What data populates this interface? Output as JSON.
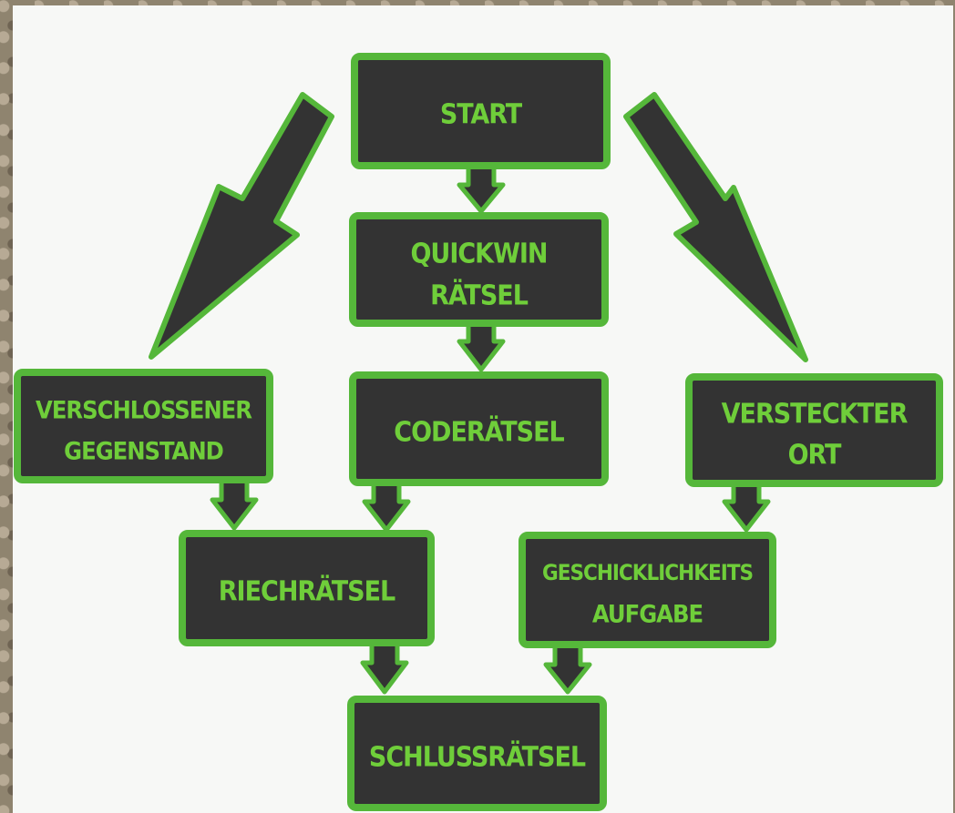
{
  "nodes": {
    "start": [
      "START"
    ],
    "quickwin": [
      "QUICKWIN",
      "RÄTSEL"
    ],
    "verschlossener": [
      "VERSCHLOSSENER",
      "GEGENSTAND"
    ],
    "coderaetsel": [
      "CODERÄTSEL"
    ],
    "versteckter": [
      "VERSTECKTER",
      "ORT"
    ],
    "riechraetsel": [
      "RIECHRÄTSEL"
    ],
    "geschicklichkeit": [
      "GESCHICKLICHKEITS",
      "AUFGABE"
    ],
    "schlussraetsel": [
      "SCHLUSSRÄTSEL"
    ]
  },
  "colors": {
    "box_fill": "#333333",
    "border_green": "#55b73a",
    "text_green": "#6fce3a",
    "paper": "#f7f8f6"
  }
}
